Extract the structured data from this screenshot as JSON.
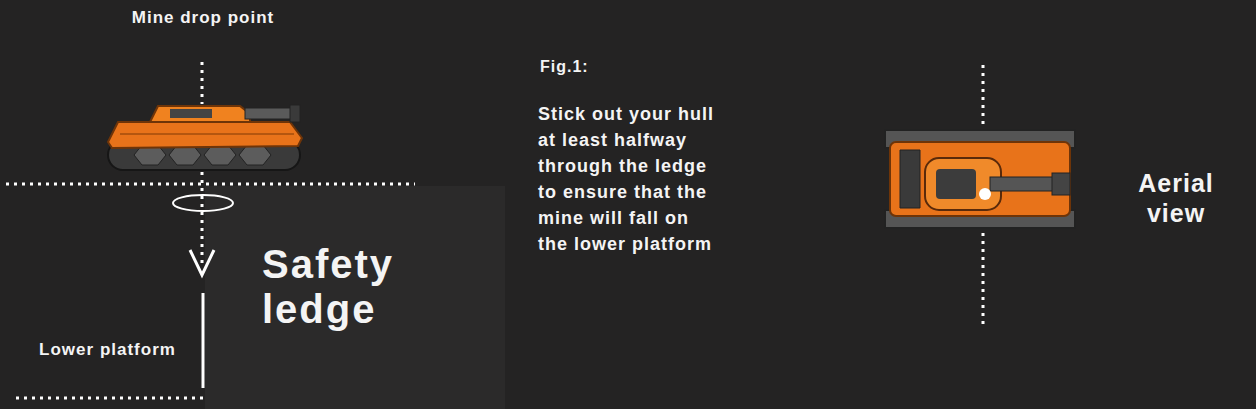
{
  "diagram": {
    "nodes": [
      {
        "text": [
          "Safety ledge"
        ]
      }
    ],
    "labels": [
      "Mine drop point",
      "Lower platform",
      "Fig.1:",
      "Stick out your hull at least halfway through the ledge to ensure that the mine will fall on the lower platform",
      "Aerial view"
    ]
  }
}
